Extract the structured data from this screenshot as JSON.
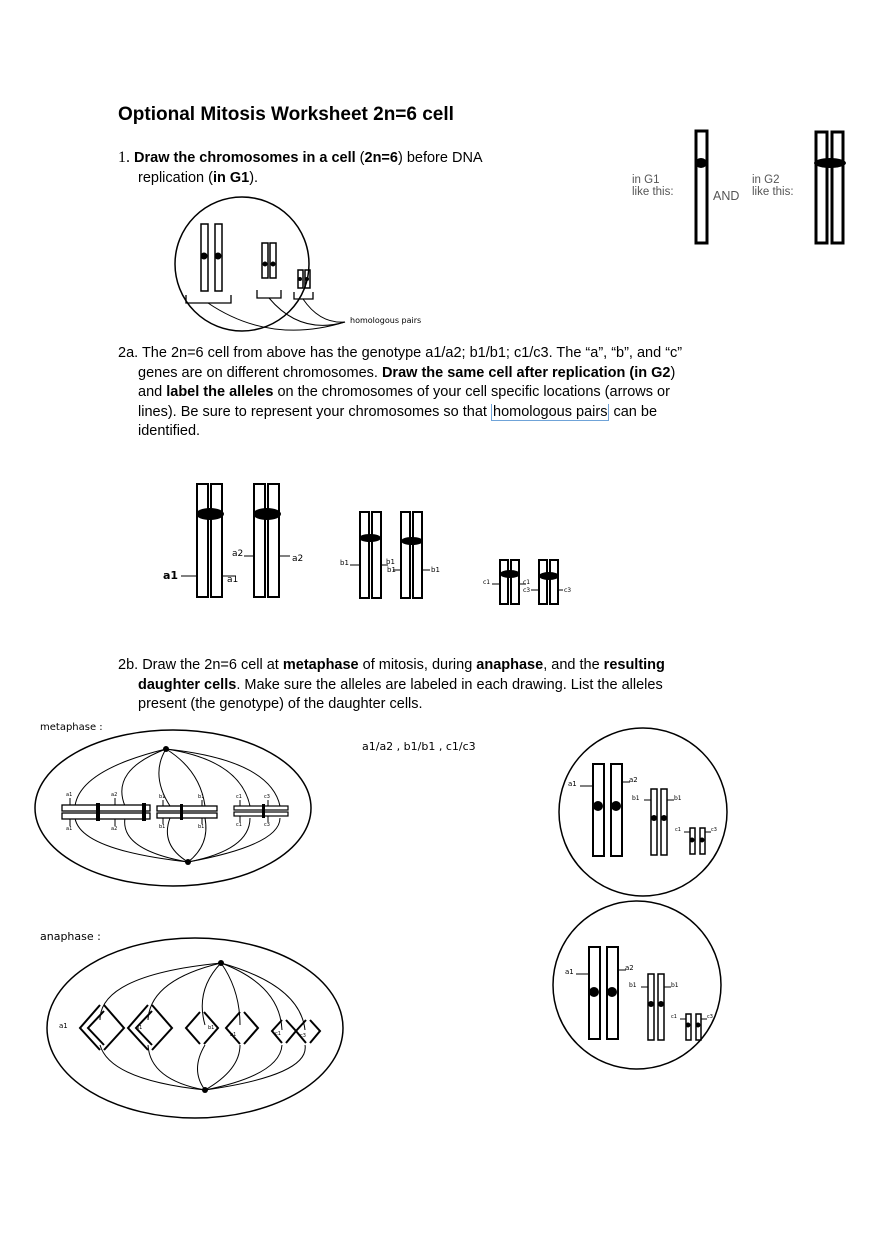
{
  "title": "Optional Mitosis Worksheet 2n=6 cell",
  "q1": {
    "number": "1.",
    "bold1": "Draw the chromosomes in a cell",
    "paren_open": " (",
    "bold2": "2n=6",
    "after": ") before DNA",
    "line2_a": "replication (",
    "bold3": "in G1",
    "line2_b": ")."
  },
  "legend": {
    "g1_line1": "in G1",
    "g1_line2": "like this:",
    "and": "AND",
    "g2_line1": "in G2",
    "g2_line2": "like this:"
  },
  "homologous_note": "homologous pairs",
  "q2a": {
    "number": "2a.",
    "t1": " The 2n=6 cell from above has the genotype a1/a2; b1/b1; c1/c3. The “a”, “b”, and “c”",
    "t2": "genes are on different chromosomes. ",
    "b1": "Draw the same cell after replication",
    "t3": " (",
    "b2": "in G2",
    "t4": ")",
    "t5": "and ",
    "b3": "label the alleles",
    "t6": " on the chromosomes of your cell specific locations (arrows or",
    "t7": "lines). Be sure to represent your chromosomes so that ",
    "link": "homologous pairs",
    "t8": " can be",
    "t9": "identified."
  },
  "alleles": {
    "a1": "a1",
    "a2": "a2",
    "b1": "b1",
    "c1": "c1",
    "c3": "c3"
  },
  "q2b": {
    "number": "2b.",
    "t1": " Draw the 2n=6 cell at ",
    "b1": "metaphase",
    "t2": " of mitosis, during ",
    "b2": "anaphase",
    "t3": ", and the ",
    "b3": "resulting",
    "b4": "daughter cells",
    "t4": ". Make sure the alleles are labeled in each drawing. List the alleles",
    "t5": "present (the genotype) of the daughter cells."
  },
  "metaphase_label": "metaphase :",
  "anaphase_label": "anaphase :",
  "daughter_genotype": "a1/a2 , b1/b1 , c1/c3"
}
